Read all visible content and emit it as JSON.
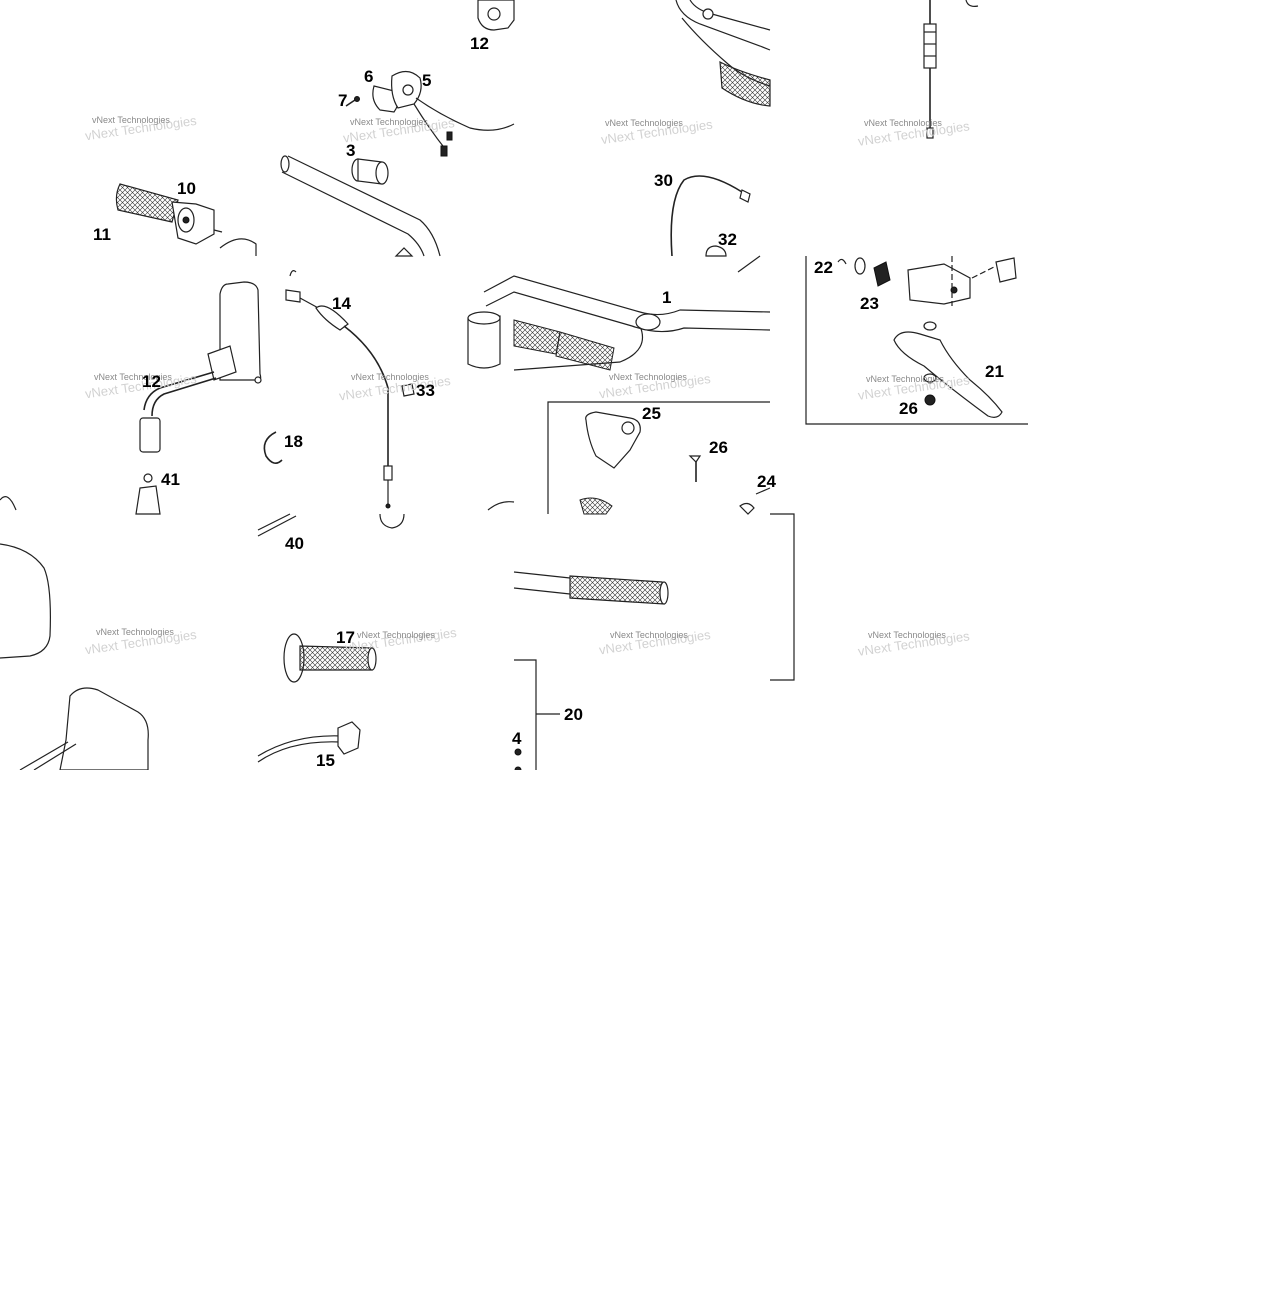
{
  "watermark": "vNext Technologies",
  "callouts": [
    {
      "id": "c12a",
      "text": "12"
    },
    {
      "id": "c6",
      "text": "6"
    },
    {
      "id": "c5",
      "text": "5"
    },
    {
      "id": "c7",
      "text": "7"
    },
    {
      "id": "c3",
      "text": "3"
    },
    {
      "id": "c10",
      "text": "10"
    },
    {
      "id": "c11",
      "text": "11"
    },
    {
      "id": "c30",
      "text": "30"
    },
    {
      "id": "c32",
      "text": "32"
    },
    {
      "id": "c22",
      "text": "22"
    },
    {
      "id": "c23",
      "text": "23"
    },
    {
      "id": "c14",
      "text": "14"
    },
    {
      "id": "c1",
      "text": "1"
    },
    {
      "id": "c12b",
      "text": "12"
    },
    {
      "id": "c33",
      "text": "33"
    },
    {
      "id": "c18",
      "text": "18"
    },
    {
      "id": "c41",
      "text": "41"
    },
    {
      "id": "c25",
      "text": "25"
    },
    {
      "id": "c26a",
      "text": "26"
    },
    {
      "id": "c24a",
      "text": "24"
    },
    {
      "id": "c21",
      "text": "21"
    },
    {
      "id": "c26b",
      "text": "26"
    },
    {
      "id": "c40",
      "text": "40"
    },
    {
      "id": "c17",
      "text": "17"
    },
    {
      "id": "c20",
      "text": "20"
    },
    {
      "id": "c24b",
      "text": "4"
    },
    {
      "id": "c15",
      "text": "15"
    }
  ]
}
